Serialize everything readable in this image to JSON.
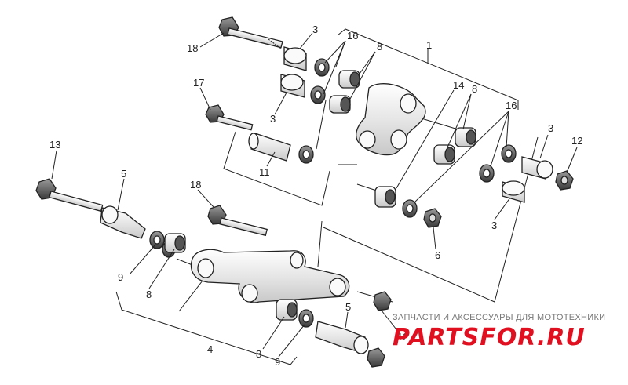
{
  "callouts": {
    "c1": "1",
    "c3a": "3",
    "c3b": "3",
    "c3c": "3",
    "c3d": "3",
    "c4": "4",
    "c5a": "5",
    "c5b": "5",
    "c6": "6",
    "c8a": "8",
    "c8b": "8",
    "c8c": "8",
    "c8d": "8",
    "c9a": "9",
    "c9b": "9",
    "c11": "11",
    "c12a": "12",
    "c12b": "12",
    "c13": "13",
    "c14": "14",
    "c16a": "16",
    "c16b": "16",
    "c17": "17",
    "c18a": "18",
    "c18b": "18"
  },
  "watermark": {
    "tagline": "ЗАПЧАСТИ И АКСЕССУАРЫ ДЛЯ МОТОТЕХНИКИ",
    "logo": "PARTSFOR.RU"
  },
  "colors": {
    "line": "#222222",
    "part_fill": "#f2f2f2",
    "logo": "#e01020"
  }
}
